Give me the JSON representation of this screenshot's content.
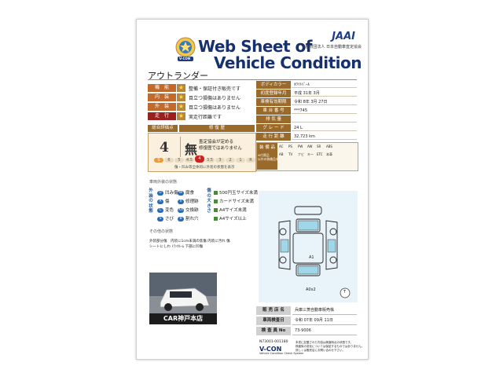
{
  "header": {
    "title_line1": "Web Sheet of",
    "title_line2": "Vehicle Condition",
    "logo_text": "V-CON",
    "org_logo": "JAAI",
    "org_name": "一般財団法人 日本自動車査定協会",
    "vehicle_name": "アウトランダー"
  },
  "condition": {
    "rows": [
      {
        "label": "機　能",
        "text": "整備・保証付き販売です",
        "color": "#c26a2c"
      },
      {
        "label": "内　装",
        "text": "目立つ損傷はありません",
        "color": "#c26a2c"
      },
      {
        "label": "外　装",
        "text": "目立つ損傷はありません",
        "color": "#c26a2c"
      },
      {
        "label": "走　行",
        "text": "実走行距離です",
        "color": "#9a1f1f"
      }
    ],
    "star_icon": "star-icon"
  },
  "score": {
    "header_score": "総合評価点",
    "header_history": "修 復 歴",
    "value": "4",
    "history_mark": "無",
    "history_text_line1": "査定協会が定める",
    "history_text_line2": "修復歴ではありません",
    "grades": [
      "S",
      "6",
      "5",
      "4.5",
      "4",
      "3.5",
      "3",
      "2",
      "1",
      "R"
    ],
    "selected_grade": "4",
    "note": "傷・凹み等全体的に外装の状態を表示"
  },
  "info": {
    "rows": [
      {
        "label": "ボディカラー",
        "value": "ﾎﾜｲﾄﾊﾟｰﾙ"
      },
      {
        "label": "初度登録年月",
        "value": "平成 31年 3月"
      },
      {
        "label": "車検有効期限",
        "value": "令和 8年 3月 27日"
      },
      {
        "label": "車 台 番 号",
        "value": "***745"
      },
      {
        "label": "排 気 量",
        "value": ""
      },
      {
        "label": "グ レ ー ド",
        "value": "24 L"
      },
      {
        "label": "走 行 距 離",
        "value": "32,723 km"
      }
    ]
  },
  "equipment": {
    "title": "装 備 品",
    "items": [
      "AC",
      "PS",
      "PW",
      "AW",
      "SR",
      "ABS",
      "AB",
      "TV",
      "ナビ",
      "キー",
      "ETC",
      "本革"
    ],
    "note_line1": "※付属品",
    "note_line2": "以外の装備品を"
  },
  "legend": {
    "title": "車両外装の状態",
    "side_label_left": "外装の状態",
    "side_label_right": "傷の大きさ",
    "items_a": [
      {
        "code": "U",
        "text": "凹み傷"
      },
      {
        "code": "A",
        "text": "傷"
      },
      {
        "code": "C",
        "text": "変色"
      },
      {
        "code": "S",
        "text": "さび"
      }
    ],
    "items_b": [
      {
        "code": "W",
        "text": "腐食"
      },
      {
        "code": "X",
        "text": "修理跡"
      },
      {
        "code": "XX",
        "text": "交換跡"
      },
      {
        "code": "B",
        "text": "割れ穴"
      }
    ],
    "items_c": [
      {
        "code": "1",
        "text": "500円玉サイズ未満"
      },
      {
        "code": "2",
        "text": "カードサイズ未満"
      },
      {
        "code": "3",
        "text": "A4サイズ未満"
      },
      {
        "code": "4",
        "text": "A4サイズ以上"
      }
    ]
  },
  "other": {
    "title": "その他の状態",
    "line1": "外装部分傷　内装に1cm未満の焦傷 内装に汚れ 傷",
    "line2": "シートにしわ ﾄﾗﾝｸﾙｰﾑ 下部に凹傷"
  },
  "diagram": {
    "mark_a1": "A1",
    "mark_a0x2": "A0x2",
    "mark_t": "T"
  },
  "shop": {
    "photo_label": "CAR神戸本店",
    "rows": [
      {
        "label": "販 売 店 名",
        "value": "兵庫三菱自動車販売株"
      },
      {
        "label": "車両検査日",
        "value": "令和 07年 09月 11日"
      },
      {
        "label": "検 査 員 No",
        "value": "73-9006"
      }
    ]
  },
  "footer": {
    "serial": "N73001-001180",
    "brand": "V-CON",
    "brand_sub": "Vehicle Condition Check System",
    "disclaimer_1": "本書に記載された内容は検査時点の状態です。",
    "disclaimer_2": "検査後の変化については保証するものではありません。",
    "disclaimer_3": "詳しくは販売店にお問い合わせ下さい。"
  },
  "colors": {
    "brand_blue": "#17306e",
    "gold": "#b8863a",
    "brown_label": "#9a6a2a",
    "red_selected": "#d02020"
  }
}
